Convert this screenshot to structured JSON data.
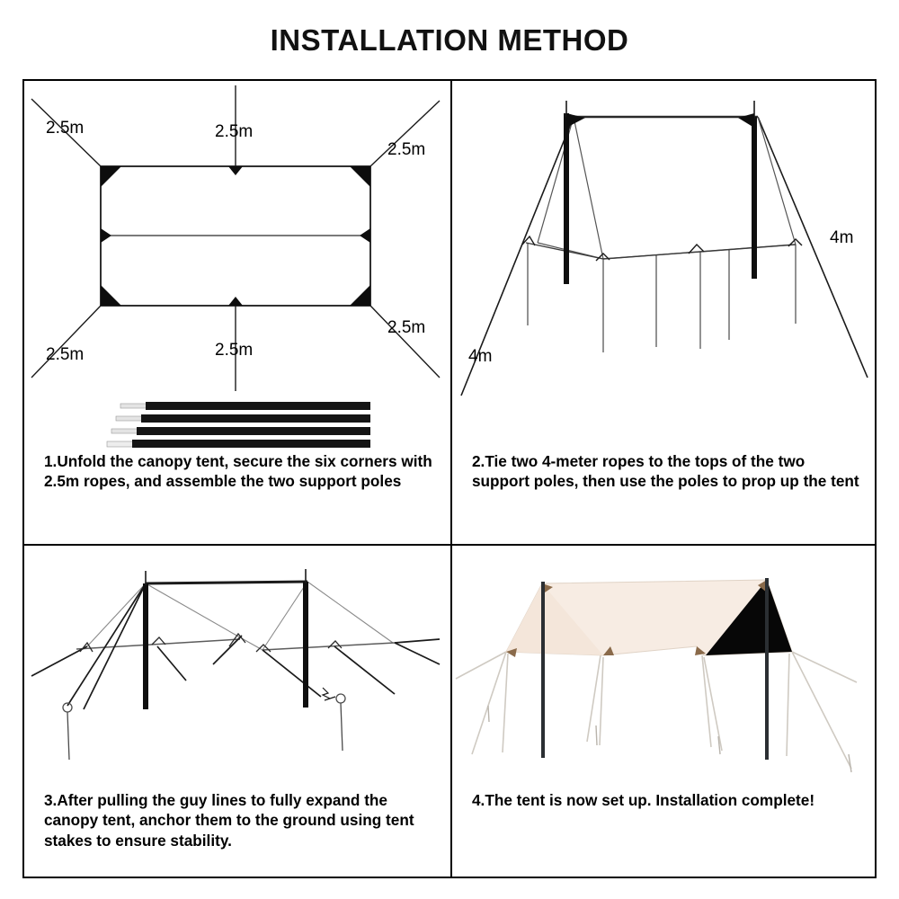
{
  "title": "INSTALLATION METHOD",
  "colors": {
    "background": "#ffffff",
    "border": "#000000",
    "line": "#1a1a1a",
    "pole": "#111111",
    "canopy_fabric": "#f7ece3",
    "canopy_panel_black": "#060606",
    "canopy_trim": "#8a6a4a",
    "rope_light": "#d8d4cc",
    "text": "#000000"
  },
  "panels": [
    {
      "number": "1",
      "caption": "1.Unfold the canopy tent, secure the six corners with 2.5m ropes, and assemble the two support poles",
      "diagram": "flat-tarp-layout-with-guylines-and-poles",
      "rope_labels": [
        "2.5m",
        "2.5m",
        "2.5m",
        "2.5m",
        "2.5m",
        "2.5m"
      ],
      "labels": {
        "top_left": "2.5m",
        "top_center": "2.5m",
        "top_right": "2.5m",
        "bottom_left": "2.5m",
        "bottom_center": "2.5m",
        "bottom_right": "2.5m"
      },
      "pole_segments": 4
    },
    {
      "number": "2",
      "caption": "2.Tie two 4-meter ropes to the tops of the two support poles, then use the poles to prop up the tent",
      "diagram": "tarp-propped-on-two-vertical-poles",
      "rope_labels": [
        "4m",
        "4m"
      ],
      "labels": {
        "left": "4m",
        "right": "4m"
      }
    },
    {
      "number": "3",
      "caption": "3.After pulling the guy lines to fully expand the canopy tent, anchor them to the ground using tent stakes to ensure stability.",
      "diagram": "frame-with-guylines-pulled-to-tent-stakes",
      "rope_labels": [],
      "labels": {}
    },
    {
      "number": "4",
      "caption": "4.The tent is now set up. Installation complete!",
      "diagram": "completed-canopy-tent-cream-with-black-end-panel",
      "rope_labels": [],
      "labels": {}
    }
  ]
}
